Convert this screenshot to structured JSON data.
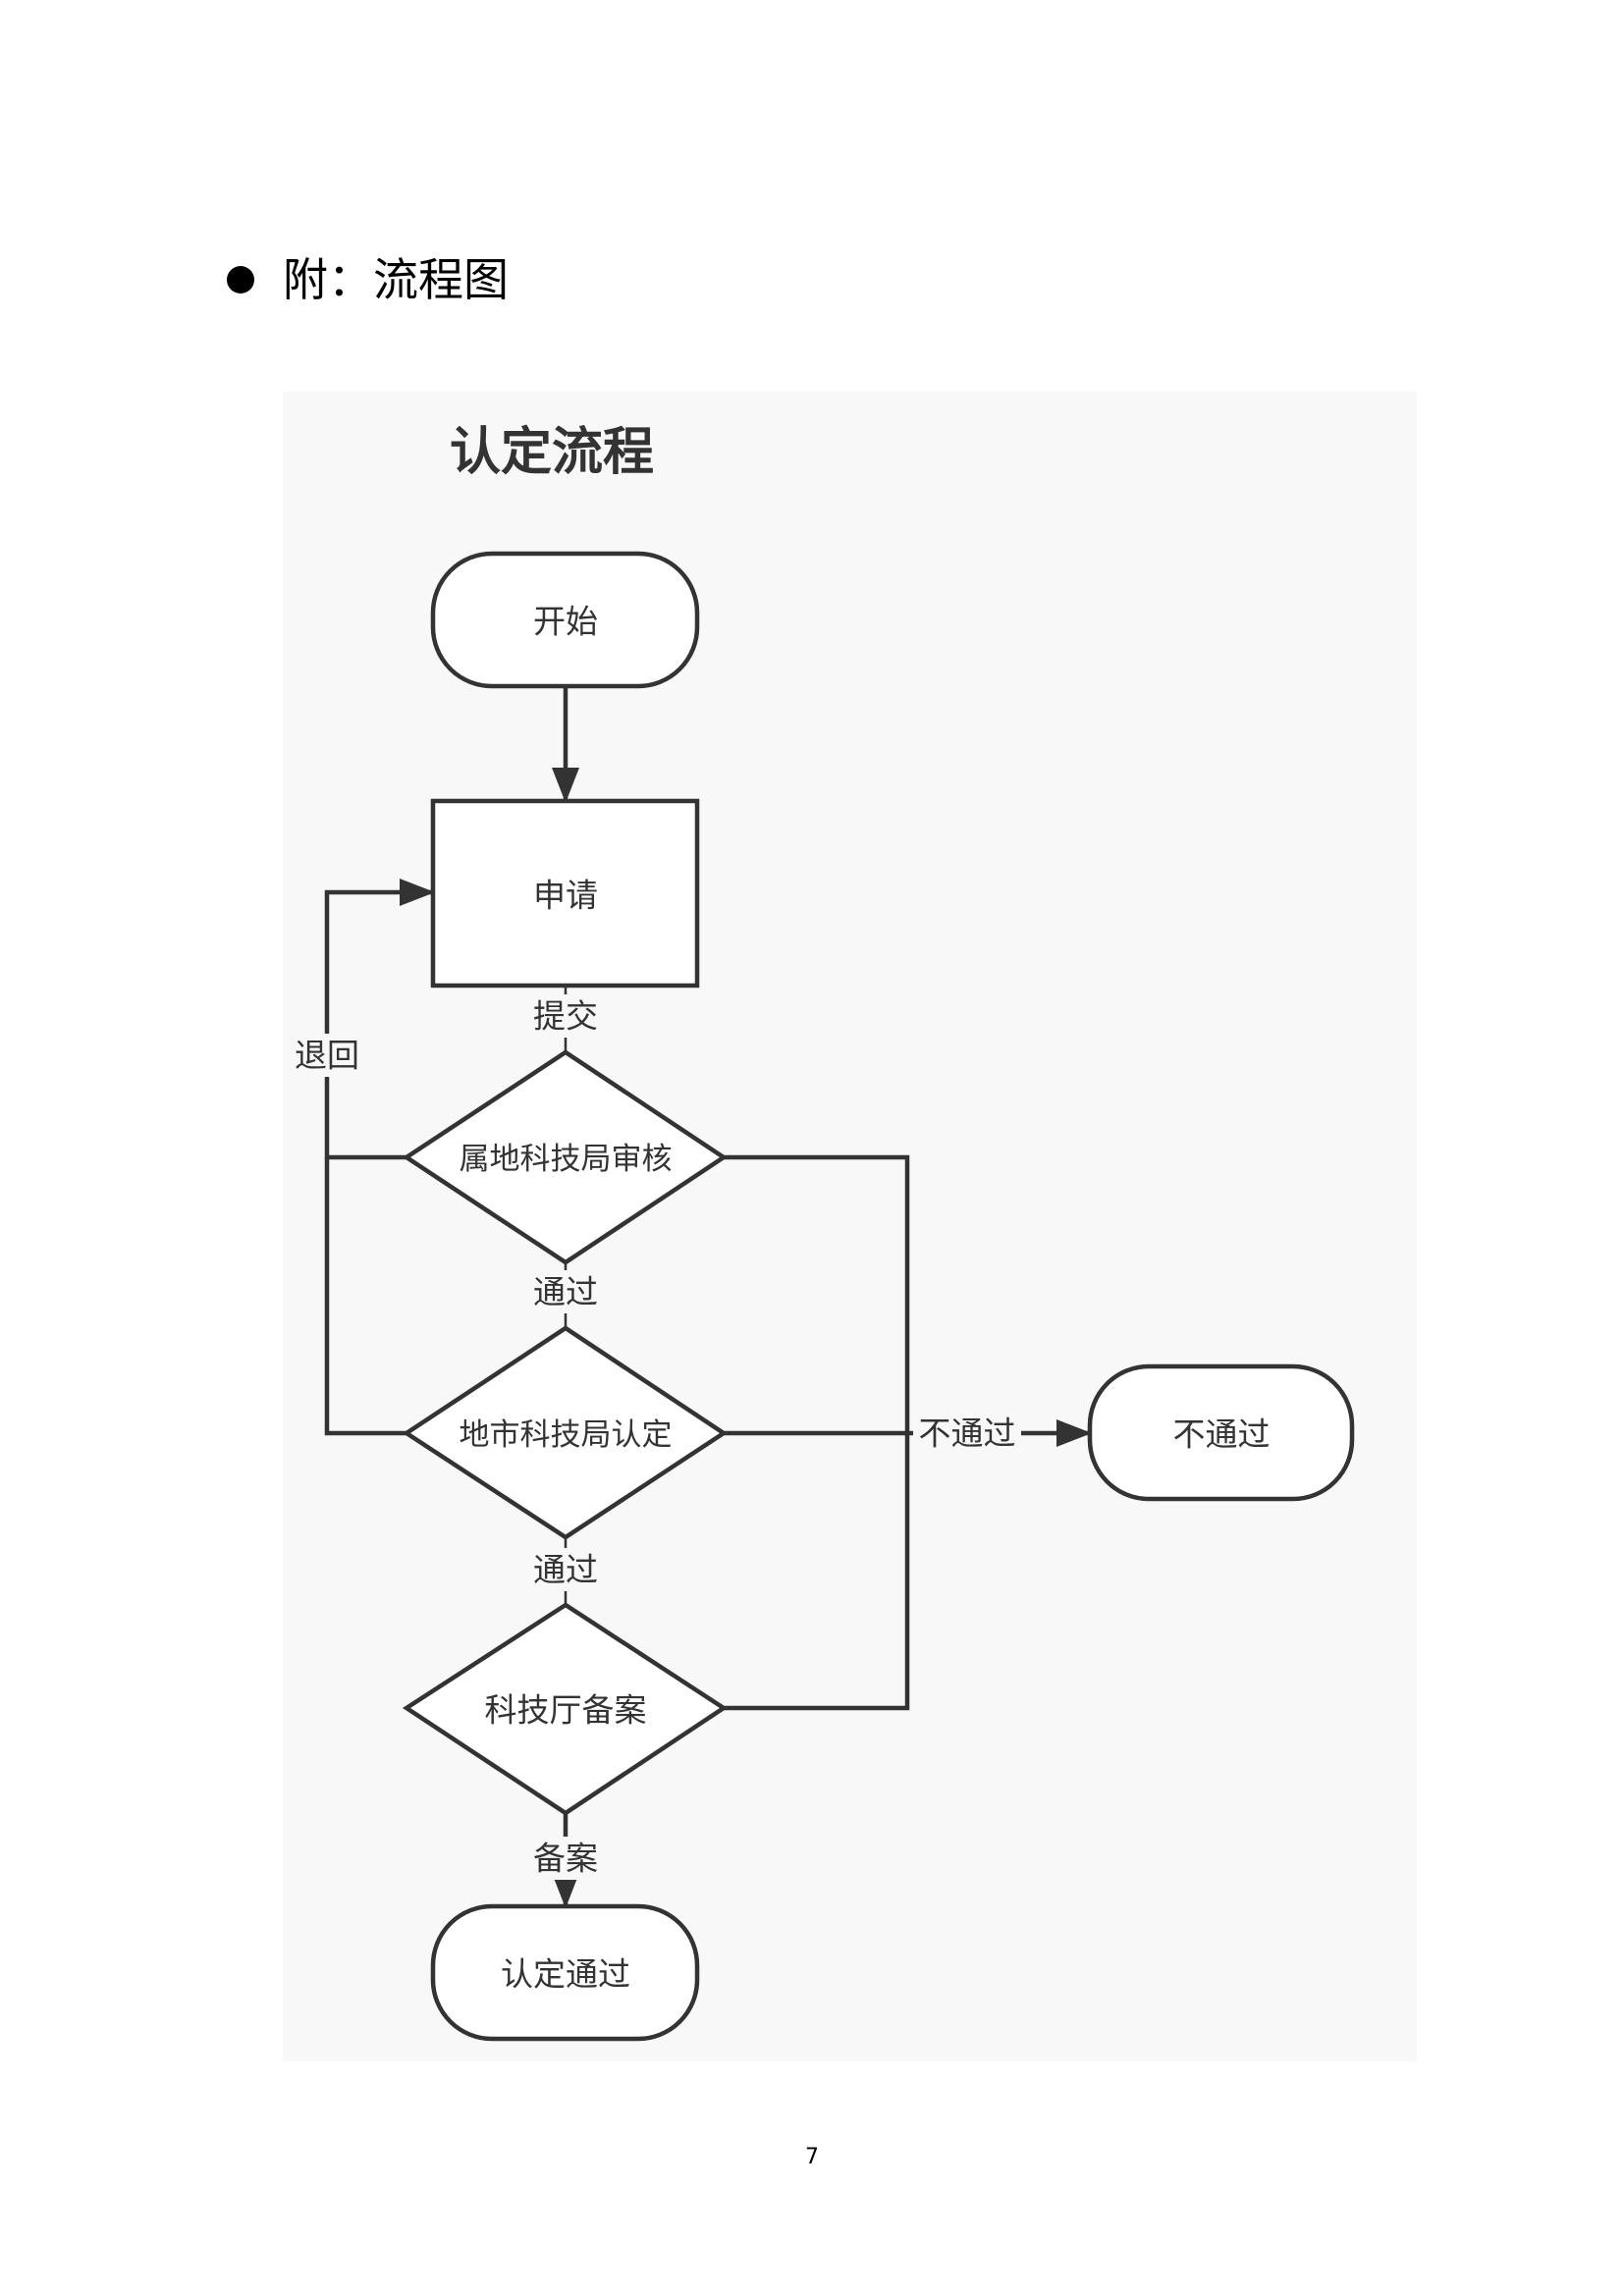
{
  "heading": {
    "bullet": "●",
    "text": "附：流程图"
  },
  "diagram": {
    "title": "认定流程",
    "nodes": {
      "start": "开始",
      "apply": "申请",
      "local_review": "属地科技局审核",
      "city_approve": "地市科技局认定",
      "province_record": "科技厅备案",
      "approved": "认定通过",
      "rejected": "不通过"
    },
    "edges": {
      "submit": "提交",
      "pass1": "通过",
      "pass2": "通过",
      "record": "备案",
      "return": "退回",
      "fail": "不通过"
    },
    "colors": {
      "background": "#f8f8f8",
      "stroke": "#333333"
    }
  },
  "page_number": "7"
}
